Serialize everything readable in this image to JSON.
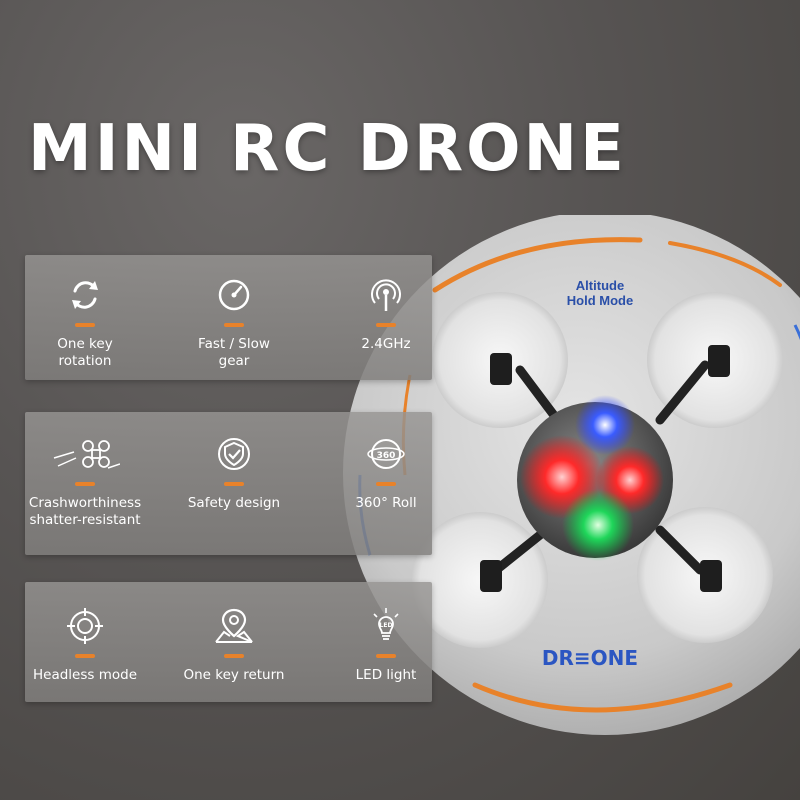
{
  "title": "MINI RC DRONE",
  "drone": {
    "badge_line1": "Altitude",
    "badge_line2": "Hold Mode",
    "logo_text": "DR≡ONE"
  },
  "accent_color": "#e8822a",
  "features": [
    {
      "label": "One key\nrotation",
      "icon": "rotation-icon"
    },
    {
      "label": "Fast / Slow\ngear",
      "icon": "speedometer-icon"
    },
    {
      "label": "2.4GHz",
      "icon": "signal-icon"
    },
    {
      "label": "Crashworthiness\nshatter-resistant",
      "icon": "crash-drone-icon"
    },
    {
      "label": "Safety design",
      "icon": "shield-check-icon"
    },
    {
      "label": "360° Roll",
      "icon": "roll-360-icon"
    },
    {
      "label": "Headless mode",
      "icon": "headless-target-icon"
    },
    {
      "label": "One key return",
      "icon": "map-pin-icon"
    },
    {
      "label": "LED  light",
      "icon": "led-bulb-icon"
    }
  ]
}
